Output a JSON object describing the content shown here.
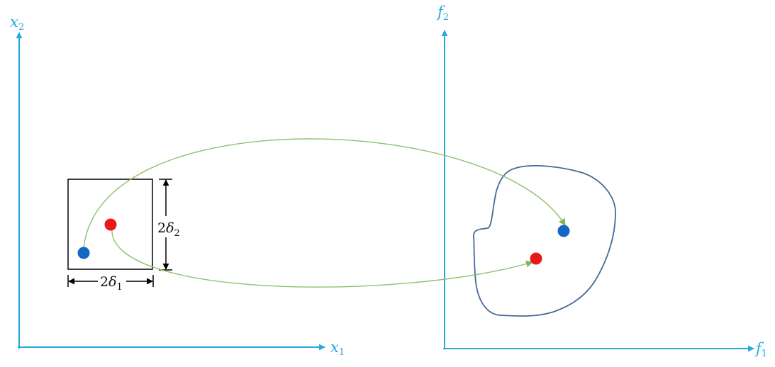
{
  "left_axes": {
    "x_label": "x",
    "x_sub": "1",
    "y_label": "x",
    "y_sub": "2"
  },
  "right_axes": {
    "x_label": "f",
    "x_sub": "1",
    "y_label": "f",
    "y_sub": "2"
  },
  "box": {
    "width_label_coef": "2",
    "width_label_sym": "δ",
    "width_label_sub": "1",
    "height_label_coef": "2",
    "height_label_sym": "δ",
    "height_label_sub": "2"
  },
  "colors": {
    "axis": "#29a8e0",
    "box": "#000000",
    "mapping_arrow": "#8dc26b",
    "region_outline": "#44699a",
    "point_blue": "#1268c4",
    "point_red": "#e81919"
  }
}
